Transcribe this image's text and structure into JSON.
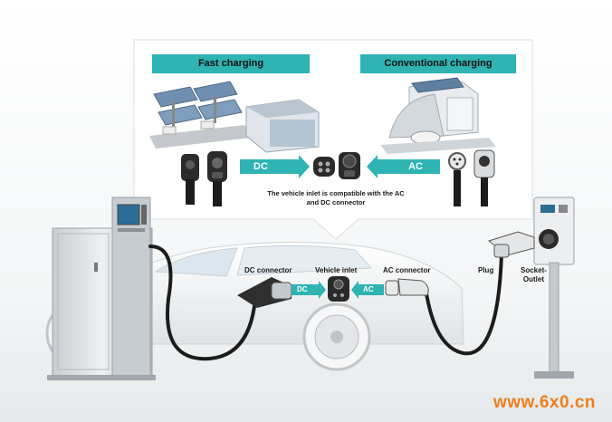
{
  "panels": {
    "fast": {
      "title": "Fast charging"
    },
    "conventional": {
      "title": "Conventional charging"
    }
  },
  "arrows": {
    "dc": "DC",
    "ac": "AC"
  },
  "note": {
    "line1": "The vehicle inlet is compatible with the AC",
    "line2": "and DC connector"
  },
  "labels": {
    "dc_connector": "DC connector",
    "vehicle_inlet": "Vehicle inlet",
    "ac_connector": "AC connector",
    "plug": "Plug",
    "socket_outlet_1": "Socket-",
    "socket_outlet_2": "Outlet"
  },
  "watermark": "www.6x0.cn",
  "colors": {
    "accent": "#2fb3b3",
    "watermark": "#f07d1a",
    "cable": "#1c1c1c"
  }
}
